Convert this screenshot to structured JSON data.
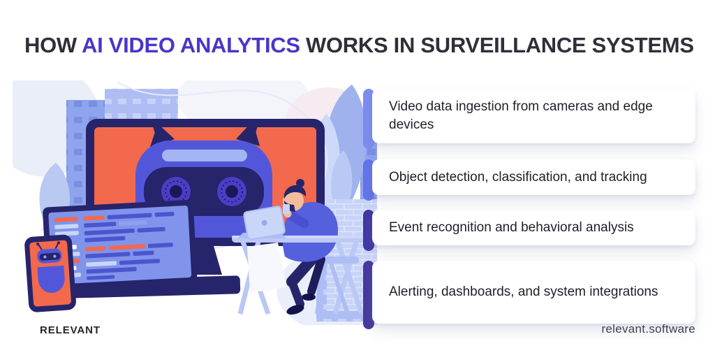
{
  "title": {
    "prefix": "HOW ",
    "highlight": "AI VIDEO ANALYTICS",
    "suffix": " WORKS IN SURVEILLANCE SYSTEMS",
    "highlight_color": "#4836c9",
    "text_color": "#2f2f39"
  },
  "steps": [
    {
      "label": "Video data ingestion from cameras and edge devices",
      "accent_color": "#7c8cf0"
    },
    {
      "label": "Object detection, classification, and tracking",
      "accent_color": "#6274e9"
    },
    {
      "label": "Event recognition and behavioral analysis",
      "accent_color": "#4236a4"
    },
    {
      "label": "Alerting, dashboards, and system integrations",
      "accent_color": "#46389f"
    }
  ],
  "footer": {
    "brand": "RELEVANT",
    "website": "relevant.software"
  },
  "illustration": {
    "description": "Man working on a laptop at a desk in front of a large monitor that shows a blue AI robot face on an orange screen; smartphone with robot face, code screen, city buildings, leaves and brick wall in background",
    "palette": {
      "screen_orange": "#f2694d",
      "robot_blue": "#5257da",
      "dark_navy": "#26246a",
      "periwinkle": "#8ea4ec",
      "light_periwinkle": "#c6d2f7"
    }
  }
}
